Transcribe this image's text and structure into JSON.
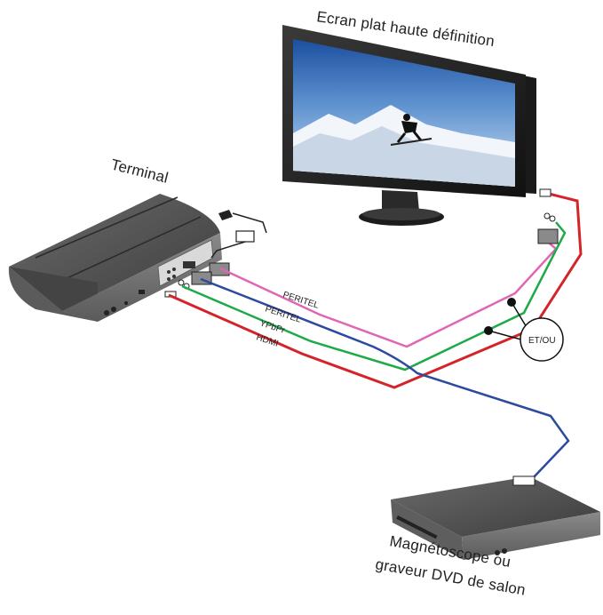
{
  "labels": {
    "screen": "Ecran plat haute définition",
    "terminal": "Terminal",
    "peritel_1": "PERITEL",
    "peritel_2": "PERITEL",
    "ypbpr": "YPbPr",
    "hdmi": "HDMI",
    "et_ou": "ET/OU",
    "recorder_line1": "Magnétoscope ou",
    "recorder_line2": "graveur DVD de salon"
  },
  "colors": {
    "peritel_1": "#e066b4",
    "peritel_2": "#2b4aa0",
    "ypbpr": "#1faa4a",
    "hdmi": "#d4242a"
  }
}
